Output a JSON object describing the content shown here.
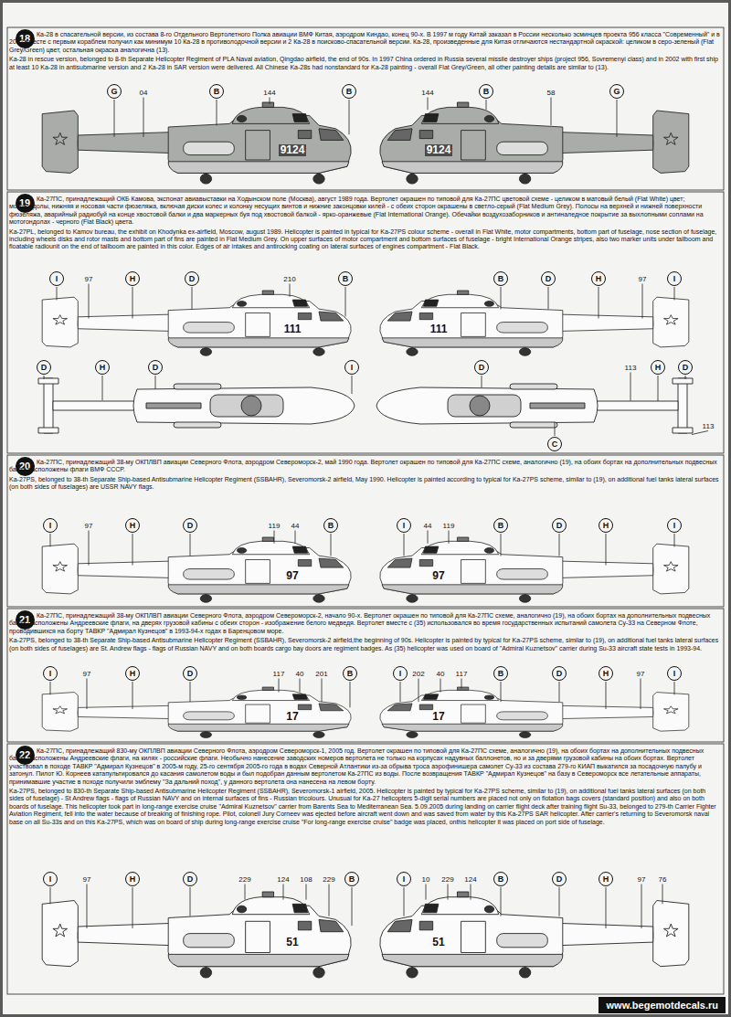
{
  "diagram": {
    "nodes": [
      {
        "text": [
          "18"
        ]
      },
      {
        "text": [
          "G"
        ]
      },
      {
        "text": [
          "B"
        ]
      },
      {
        "text": [
          "B"
        ]
      },
      {
        "text": [
          "B"
        ]
      },
      {
        "text": [
          "G"
        ]
      },
      {
        "text": [
          "19"
        ]
      },
      {
        "text": [
          "I"
        ]
      },
      {
        "text": [
          "H"
        ]
      },
      {
        "text": [
          "D"
        ]
      },
      {
        "text": [
          "B"
        ]
      },
      {
        "text": [
          "B"
        ]
      },
      {
        "text": [
          "D"
        ]
      },
      {
        "text": [
          "H"
        ]
      },
      {
        "text": [
          "I"
        ]
      },
      {
        "text": [
          "D"
        ]
      },
      {
        "text": [
          "H"
        ]
      },
      {
        "text": [
          "D"
        ]
      },
      {
        "text": [
          "I"
        ]
      },
      {
        "text": [
          "D"
        ]
      },
      {
        "text": [
          "H"
        ]
      },
      {
        "text": [
          "D"
        ]
      },
      {
        "text": [
          "C"
        ]
      },
      {
        "text": [
          "20"
        ]
      },
      {
        "text": [
          "I"
        ]
      },
      {
        "text": [
          "H"
        ]
      },
      {
        "text": [
          "D"
        ]
      },
      {
        "text": [
          "B"
        ]
      },
      {
        "text": [
          "I"
        ]
      },
      {
        "text": [
          "B"
        ]
      },
      {
        "text": [
          "D"
        ]
      },
      {
        "text": [
          "H"
        ]
      },
      {
        "text": [
          "I"
        ]
      },
      {
        "text": [
          "21"
        ]
      },
      {
        "text": [
          "I"
        ]
      },
      {
        "text": [
          "H"
        ]
      },
      {
        "text": [
          "D"
        ]
      },
      {
        "text": [
          "B"
        ]
      },
      {
        "text": [
          "I"
        ]
      },
      {
        "text": [
          "B"
        ]
      },
      {
        "text": [
          "D"
        ]
      },
      {
        "text": [
          "H"
        ]
      },
      {
        "text": [
          "I"
        ]
      },
      {
        "text": [
          "22"
        ]
      },
      {
        "text": [
          "I"
        ]
      },
      {
        "text": [
          "H"
        ]
      },
      {
        "text": [
          "D"
        ]
      },
      {
        "text": [
          "B"
        ]
      },
      {
        "text": [
          "I"
        ]
      },
      {
        "text": [
          "B"
        ]
      },
      {
        "text": [
          "D"
        ]
      },
      {
        "text": [
          "H"
        ]
      },
      {
        "text": [
          "www.begemotdecals.ru"
        ]
      }
    ],
    "labels": [
      "Ка-28 в спасательной версии, из состава 8-го Отдельного Вертолетного Полка авиации ВМФ Китая, аэродром Киндао, конец 90-х. В 1997 м году Китай заказал в России несколько эсминцев проекта 956 класса \"Современный\" и в 2002 вместе с первым кораблем получил как минимум 10 Ка-28 в противолодочной версии и 2 Ка-28 в поисково-спасательной версии. Ка-28, произведенные для Китая отличаются нестандартной окраской: целиком в серо-зеленый (Flat Grey/Green) цвет, остальная окраска аналогична (13).",
      "Ka-28 in rescue version, belonged to 8-th Separate Helicopter Regiment of PLA Naval aviation, Qingdao airfield, the end of 90s. In 1997 China ordered in Russia several missile destroyer ships (project 956, Sovremenyi class) and in 2002 with first ship at least 10 Ka-28 in antisubmarine version and 2 Ka-28 in SAR version were delivered. All Chinese Ka-28s had nonstandard for Ka-28 painting - overall Flat Grey/Green, all other painting details are similar to (13).",
      "04",
      "144",
      "144",
      "58",
      "9124",
      "9124",
      "Ка-27ПС, принадлежащий ОКБ Камова, экспонат авиавыставки на Ходынском поле (Москва), август 1989 года. Вертолет окрашен по типовой для Ка-27ПС цветовой схеме - целиком в матовый белый (Flat White) цвет; мотогондолы, нижняя и носовая части фюзеляжа, включая диски колес и колонку несущих винтов и нижние законцовки килей - с обеих сторон окрашены в светло-серый (Flat Medium Grey). Полосы на верхней и нижней поверхности фюзеляжа, аварийный радиобуй на конце хвостовой балки и два маркерных буя под хвостовой балкой - ярко-оранжевые (Flat International Orange). Обечайки воздухозаборников и антиналедное покрытие за выхлопными соплами на мотогондолах - черного (Flat Black) цвета.",
      "Ka-27PL, belonged to Kamov bureau, the exhibit on Khodynka ex-airfield, Moscow, august 1989. Helicopter is painted in typical for Ka-27PS colour scheme - overall in Flat White, motor compartments, bottom part of fuselage, nose section of fuselage, including wheels disks and rotor masts and bottom part of fins are painted in Flat Medium Grey. On upper surfaces of motor compartment and bottom surfaces of fuselage - bright International Orange stripes, also two marker units under tailboom and floatable radiounit on the end of tailboom are painted in this color. Edges of air intakes and antirocking coating on lateral surfaces of engines compartment - Flat Black.",
      "97",
      "210",
      "111",
      "111",
      "97",
      "113",
      "113",
      "Ка-27ПС, принадлежащий 38-му ОКПЛВП авиации Северного Флота, аэродром Североморск-2, май 1990 года. Вертолет окрашен по типовой для Ка-27ПС схеме, аналогично (19), на обоих бортах на дополнительных подвесных баках расположены флаги ВМФ СССР.",
      "Ka-27PS, belonged to 38-th Separate Ship-based Antisubmarine Helicopter Regiment (SSBAHR), Severomorsk-2 airfield, May 1990. Helicopter is painted according to typical for Ka-27PS scheme, similar to (19), on additional fuel tanks lateral surfaces (on both sides of fuselages) are USSR NAVY flags.",
      "97",
      "119",
      "44",
      "97",
      "44",
      "119",
      "97",
      "Ка-27ПС, принадлежащий 38-му ОКПЛВП авиации Северного Флота, аэродром Североморск-2, начало 90-х. Вертолет окрашен по типовой для Ка-27ПС схеме, аналогично (19), на обоих бортах на дополнительных подвесных баках расположены Андреевские флаги, на дверях грузовой кабины с обеих сторон - изображение белого медведя. Вертолет вместе с (35) использовался во время государственных испытаний самолета Су-33 на Северном Флоте, проводившихся на борту ТАВКР \"Адмирал Кузнецов\" в 1993-94-х годах в Баренцовом море.",
      "Ka-27PS, belonged to 38-th Separate Ship-based Antisubmarine Helicopter Regiment (SSBAHR), Severomorsk-2 airfield,the beginning of 90s. Helicopter is painted by typical for Ka-27PS scheme, similar to (19), on additional fuel tanks lateral surfaces (on both sides of fuselages) are St. Andrew flags - flags of Russian NAVY and on both boards cargo bay doors are regiment badges. As (35) helicopter was used on board of \"Admiral Kuznetsov\" carrier during Su-33 aircraft state tests in 1993-94.",
      "97",
      "117",
      "40",
      "201",
      "17",
      "202",
      "40",
      "117",
      "17",
      "97",
      "Ка-27ПС, принадлежащий 830-му ОКПЛВП авиации Северного Флота, аэродром Североморск-1, 2005 год. Вертолет окрашен по типовой для Ка-27ПС схеме, аналогично (19), на обоих бортах на дополнительных подвесных баках расположены Андреевские флаги, на килях - российские флаги. Необычно нанесение заводских номеров вертолета не только на корпусах надувных баллонетов, но и за дверями грузовой кабины на обоих бортах. Вертолет участвовал в походе ТАВКР \"Адмирал Кузнецов\" в 2005-м году, 25-го сентября 2005-го года в водах Северной Атлантики из-за обрыва троса аэрофинишера самолет Су-33 из состава 279-го КИАП выкатился за посадочную палубу и затонул. Пилот Ю. Корнеев катапультировался до касания самолетом воды и был подобран данным вертолетом Ка-27ПС из воды. После возвращения ТАВКР \"Адмирал Кузнецов\" на базу в Североморск все летательные аппараты, принимавшие участие в походе получили эмблему \"За дальний поход\", у данного вертолета она нанесена на левом борту.",
      "Ka-27PS, belonged to 830-th Separate Ship-based Antisubmarine Helicopter Regiment (SSBAHR), Severomorsk-1 airfield, 2005. Helicopter is painted by typical for Ka-27PS scheme, similar to (19), on additional fuel tanks lateral surfaces (on both sides of fuselage) - St Andrew flags - flags of Russian NAVY and on internal surfaces of fins - Russian tricolours. Unusual for Ka-27 helicopters 5-digit serial numbers are placed not only on flotation bags covers (standard position) and also on both boards of fuselage. This helicopter took part in long-range exercise cruise \"Admiral Kuznetsov\" carrier from Barents Sea to Mediterranean Sea. 5.09.2005 during landing on carrier flight deck after training flight Su-33, belonged to 279-th Carrier Fighter Aviation Regiment, fell into the water because of breaking of finishing rope. Pilot, colonell Jury Corneev was ejected before aircraft went down and was saved from water by this Ka-27PS SAR helicopter. After carrier's returning to Severomorsk naval base on all Su-33s and on this Ka-27PS, which was on board of ship during long-range exercise cruise \"For long-range exercise cruise\" badge was placed, onthis helicopter it was placed on port side of fuselage.",
      "97",
      "229",
      "124",
      "108",
      "229",
      "51",
      "10",
      "229",
      "124",
      "51",
      "97",
      "76"
    ]
  }
}
